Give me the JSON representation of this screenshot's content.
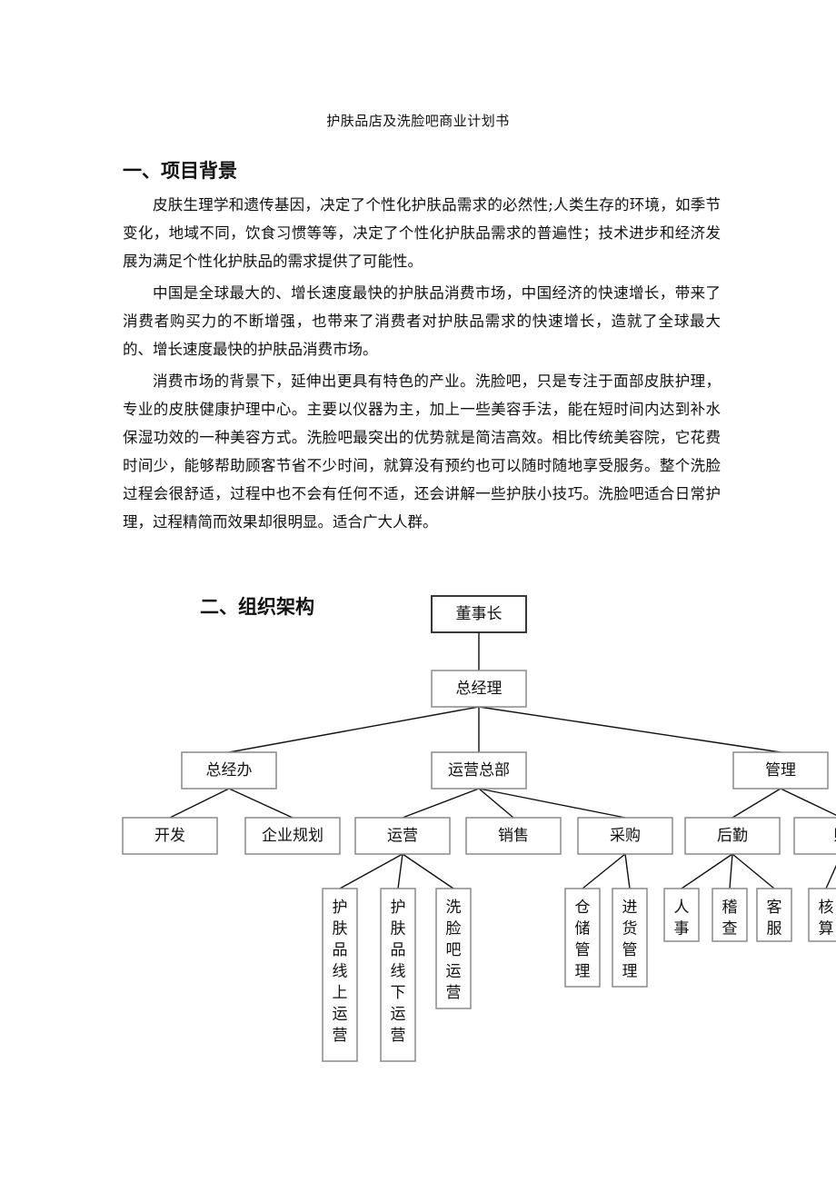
{
  "document": {
    "title": "护肤品店及洗脸吧商业计划书",
    "section1": {
      "heading": "一、项目背景",
      "paragraphs": [
        "皮肤生理学和遗传基因，决定了个性化护肤品需求的必然性;人类生存的环境，如季节变化，地域不同，饮食习惯等等，决定了个性化护肤品需求的普遍性；技术进步和经济发展为满足个性化护肤品的需求提供了可能性。",
        "中国是全球最大的、增长速度最快的护肤品消费市场，中国经济的快速增长，带来了消费者购买力的不断增强，也带来了消费者对护肤品需求的快速增长，造就了全球最大的、增长速度最快的护肤品消费市场。",
        "消费市场的背景下，延伸出更具有特色的产业。洗脸吧，只是专注于面部皮肤护理，专业的皮肤健康护理中心。主要以仪器为主，加上一些美容手法，能在短时间内达到补水保湿功效的一种美容方式。洗脸吧最突出的优势就是简洁高效。相比传统美容院，它花费时间少，能够帮助顾客节省不少时间，就算没有预约也可以随时随地享受服务。整个洗脸过程会很舒适，过程中也不会有任何不适，还会讲解一些护肤小技巧。洗脸吧适合日常护理，过程精简而效果却很明显。适合广大人群。"
      ]
    },
    "section2": {
      "heading": "二、组织架构"
    }
  },
  "org_chart": {
    "nodes": [
      {
        "id": "chairman",
        "label": "董事长"
      },
      {
        "id": "gm",
        "label": "总经理"
      },
      {
        "id": "gm-office",
        "label": "总经办"
      },
      {
        "id": "ops-hq",
        "label": "运营总部"
      },
      {
        "id": "mgmt",
        "label": "管理"
      },
      {
        "id": "dev",
        "label": "开发"
      },
      {
        "id": "planning",
        "label": "企业规划"
      },
      {
        "id": "operations",
        "label": "运营"
      },
      {
        "id": "sales",
        "label": "销售"
      },
      {
        "id": "purchasing",
        "label": "采购"
      },
      {
        "id": "logistics",
        "label": "后勤"
      },
      {
        "id": "finance",
        "label": "财"
      },
      {
        "id": "online-ops",
        "label": "护肤品线上运营"
      },
      {
        "id": "offline-ops",
        "label": "护肤品线下运营"
      },
      {
        "id": "facebar-ops",
        "label": "洗脸吧运营"
      },
      {
        "id": "warehouse",
        "label": "仓储管理"
      },
      {
        "id": "restock",
        "label": "进货管理"
      },
      {
        "id": "hr",
        "label": "人事"
      },
      {
        "id": "audit",
        "label": "稽查"
      },
      {
        "id": "service",
        "label": "客服"
      },
      {
        "id": "accounting",
        "label": "核算"
      }
    ],
    "edges": [
      [
        "chairman",
        "gm"
      ],
      [
        "gm",
        "gm-office"
      ],
      [
        "gm",
        "ops-hq"
      ],
      [
        "gm",
        "mgmt"
      ],
      [
        "gm-office",
        "dev"
      ],
      [
        "gm-office",
        "planning"
      ],
      [
        "ops-hq",
        "operations"
      ],
      [
        "ops-hq",
        "sales"
      ],
      [
        "ops-hq",
        "purchasing"
      ],
      [
        "mgmt",
        "logistics"
      ],
      [
        "mgmt",
        "finance"
      ],
      [
        "operations",
        "online-ops"
      ],
      [
        "operations",
        "offline-ops"
      ],
      [
        "operations",
        "facebar-ops"
      ],
      [
        "purchasing",
        "warehouse"
      ],
      [
        "purchasing",
        "restock"
      ],
      [
        "logistics",
        "hr"
      ],
      [
        "logistics",
        "audit"
      ],
      [
        "logistics",
        "service"
      ],
      [
        "finance",
        "accounting"
      ]
    ]
  }
}
